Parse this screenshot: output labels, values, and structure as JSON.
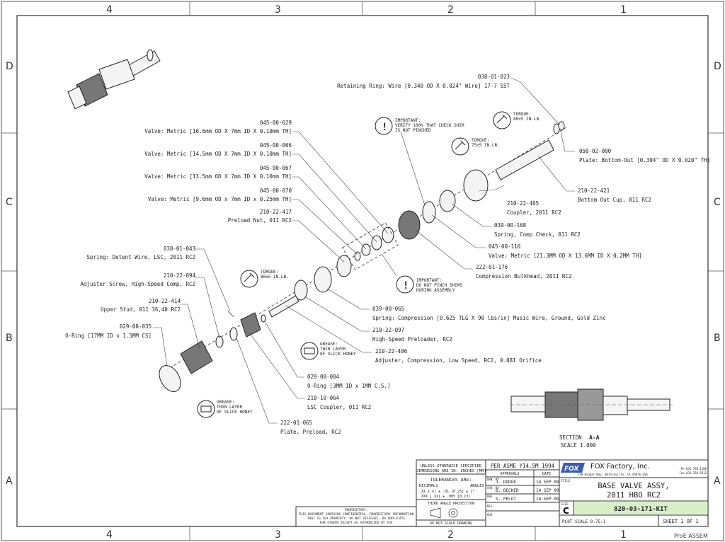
{
  "drawing": {
    "zones_top": [
      "4",
      "3",
      "2",
      "1"
    ],
    "zones_side": [
      "D",
      "C",
      "B",
      "A"
    ],
    "watermark": "ProE ASSEM"
  },
  "callouts": [
    {
      "pn": "038-01-023",
      "desc": "Retaining Ring: Wire [0.340 OD X 0.024\" Wire] 17-7 SST"
    },
    {
      "pn": "045-00-029",
      "desc": "Valve: Metric [16.6mm OD X 7mm ID X 0.10mm TH]"
    },
    {
      "pn": "045-00-066",
      "desc": "Valve: Metric [14.5mm OD X 7mm ID X 0.10mm TH]"
    },
    {
      "pn": "045-00-067",
      "desc": "Valve: Metric [13.5mm OD X 7mm ID X 0.10mm TH]"
    },
    {
      "pn": "045-00-070",
      "desc": "Valve: Metric [9.6mm OD x 7mm ID x 0.25mm TH]"
    },
    {
      "pn": "210-22-417",
      "desc": "Preload Nut, 011 RC2"
    },
    {
      "pn": "038-01-043",
      "desc": "Spring: Detent Wire, LSC, 2011 RC2"
    },
    {
      "pn": "210-22-094",
      "desc": "Adjuster Screw, High-Speed Comp, RC2"
    },
    {
      "pn": "210-22-414",
      "desc": "Upper Stud, 011 36,40 RC2"
    },
    {
      "pn": "029-08-035",
      "desc": "O-Ring [17MM ID x 1.5MM CS]"
    },
    {
      "pn": "050-02-000",
      "desc": "Plate: Bottom-Out [0.304\" OD X 0.020\" TH]"
    },
    {
      "pn": "210-22-421",
      "desc": "Bottom Out Cup, 011 RC2"
    },
    {
      "pn": "210-22-405",
      "desc": "Coupler, 2011 RC2"
    },
    {
      "pn": "039-00-168",
      "desc": "Spring, Comp Check, 011 RC2"
    },
    {
      "pn": "045-00-110",
      "desc": "Valve: Metric [21.3MM OD X 13.6MM ID X 0.2MM TH]"
    },
    {
      "pn": "222-01-176",
      "desc": "Compression Bulkhead, 2011 RC2"
    },
    {
      "pn": "039-00-065",
      "desc": "Spring: Compression [0.625 TLG X 90 lbs/in] Music Wire, Ground, Gold Zinc"
    },
    {
      "pn": "210-22-097",
      "desc": "High-Speed Preloader, RC2"
    },
    {
      "pn": "210-22-406",
      "desc": "Adjuster, Compression, Low Speed, RC2, 0.081 Orifice"
    },
    {
      "pn": "029-08-004",
      "desc": "O-Ring [3MM ID x 1MM C.S.]"
    },
    {
      "pn": "210-10-064",
      "desc": "LSC Coupler, 011 RC2"
    },
    {
      "pn": "222-01-065",
      "desc": "Plate, Preload, RC2"
    }
  ],
  "notes": {
    "important_check_shim": [
      "IMPORTANT:",
      "VERIFY 100% THAT CHECK SHIM",
      "IS NOT PINCHED"
    ],
    "important_shims": [
      "IMPORTANT:",
      "DO NOT PINCH SHIMS",
      "DURING ASSEMBLY"
    ],
    "torque_top": [
      "TORQUE:",
      "80±5 IN.LB."
    ],
    "torque_coupler": [
      "TORQUE:",
      "75±5 IN.LB."
    ],
    "torque_stud": [
      "TORQUE:",
      "80±5 IN.LB."
    ],
    "grease_1": [
      "GREASE:",
      "THIN LAYER",
      "OF SLICK HONEY"
    ],
    "grease_2": [
      "GREASE:",
      "THIN LAYER",
      "OF SLICK HONEY"
    ]
  },
  "section": {
    "label": "SECTION",
    "id": "A-A",
    "scale": "SCALE 1.000"
  },
  "title_block": {
    "tolerance_header": [
      "UNLESS OTHERWISE SPECIFIED",
      "DIMENSIONS ARE IN: INCHES [MM]"
    ],
    "tolerances_title": "TOLERANCES ARE:",
    "decimals": "DECIMALS",
    "angles": "ANGLES",
    "tol_line1": ".XX [.X] ± .01 [0.25]   ± 1°",
    "tol_line2": ".XXX [.XX] ± .005 [0.13]",
    "projection": "THIRD ANGLE PROJECTION",
    "do_not_scale": "DO NOT SCALE DRAWING",
    "proprietary": [
      "PROPRIETARY:",
      "THIS DOCUMENT CONTAINS CONFIDENTIAL, PROPRIETARY INFORMATION",
      "THAT IS FOX PROPERTY.  DO NOT DISCLOSE, OR DUPLICATE",
      "FOR OTHERS EXCEPT AS AUTHORIZED BY FOX"
    ],
    "standard": "PER ASME Y14.5M 1994",
    "approvals": "APPROVALS",
    "date_hdr": "DATE",
    "rows": [
      {
        "role": "DWN. BY",
        "name": "J. DODGE",
        "date": "14 SEP 09"
      },
      {
        "role": "CHK. BY",
        "name": "B. BECKER",
        "date": "14 SEP 09"
      },
      {
        "role": "ENG.",
        "name": "S. PELOT",
        "date": "14 SEP 09"
      },
      {
        "role": "MFG.",
        "name": "",
        "date": ""
      },
      {
        "role": "QUA.",
        "name": "",
        "date": ""
      }
    ],
    "company": "FOX Factory, Inc.",
    "logo": "FOX",
    "address": "130 Hangar Way, Watsonville, CA 95076 USA",
    "phone": "Ph 831-768-1100",
    "fax": "Fax 831-768-9312",
    "title_label": "TITLE",
    "title_line1": "BASE VALVE ASSY,",
    "title_line2": "2011 HBO RC2",
    "size_label": "SIZE",
    "size": "C",
    "part_number": "820-03-171-KIT",
    "plot_scale": "PLOT SCALE 0.75:1",
    "sheet": "SHEET 1 OF 1"
  },
  "colors": {
    "pn_highlight": "#d8f0c8",
    "logo_blue": "#3a5bb0"
  }
}
